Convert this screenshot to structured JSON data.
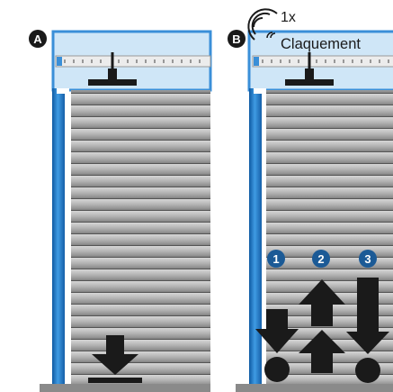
{
  "panels": [
    {
      "badge": "A"
    },
    {
      "badge": "B",
      "count": "1x",
      "event": "Claquement"
    }
  ],
  "steps": [
    "1",
    "2",
    "3"
  ],
  "colors": {
    "rail": "#1e74c4",
    "rail_light": "#5aa6e6",
    "box": "#cfe6f7",
    "box_border": "#3a8fd8",
    "slat_dark": "#8b8b8b",
    "slat_light": "#d3d3d3",
    "floor": "#8a8a8a",
    "ink": "#1a1a1a",
    "step_badge": "#1b5a96"
  }
}
